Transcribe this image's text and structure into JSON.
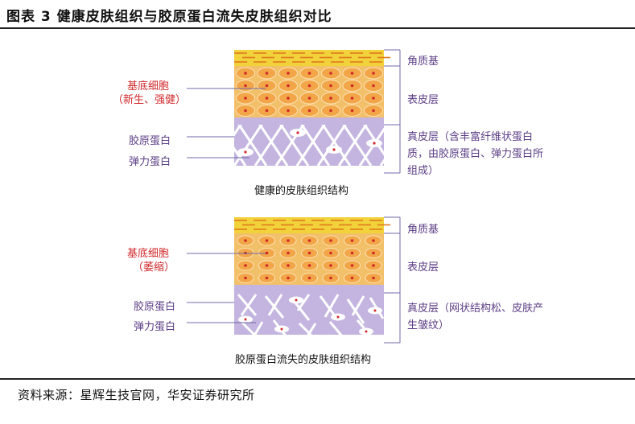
{
  "figure_title": "图表 3 健康皮肤组织与胶原蛋白流失皮肤组织对比",
  "source": "资料来源：星辉生技官网，华安证券研究所",
  "healthy": {
    "caption": "健康的皮肤组织结构",
    "left_labels": {
      "basal_cells": "基底细胞",
      "basal_state": "（新生、强健）",
      "collagen": "胶原蛋白",
      "elastin": "弹力蛋白"
    },
    "right_labels": {
      "stratum_corneum": "角质基",
      "epidermis": "表皮层",
      "dermis": "真皮层（含丰富纤维状蛋白质，由胶原蛋白、弹力蛋白所组成）"
    }
  },
  "damaged": {
    "caption": "胶原蛋白流失的皮肤组织结构",
    "left_labels": {
      "basal_cells": "基底细胞",
      "basal_state": "（萎缩）",
      "collagen": "胶原蛋白",
      "elastin": "弹力蛋白"
    },
    "right_labels": {
      "stratum_corneum": "角质基",
      "epidermis": "表皮层",
      "dermis": "真皮层（网状结构松、皮肤产生皱纹）"
    }
  },
  "colors": {
    "stratum": "#f2d23a",
    "stratum_line": "#e07a1e",
    "epidermis": "#f3c06a",
    "cell": "#f2a648",
    "nucleus": "#d0282b",
    "dermis": "#c3b4e0",
    "leader": "#6f6aa8",
    "fiber": "#ffffff"
  }
}
